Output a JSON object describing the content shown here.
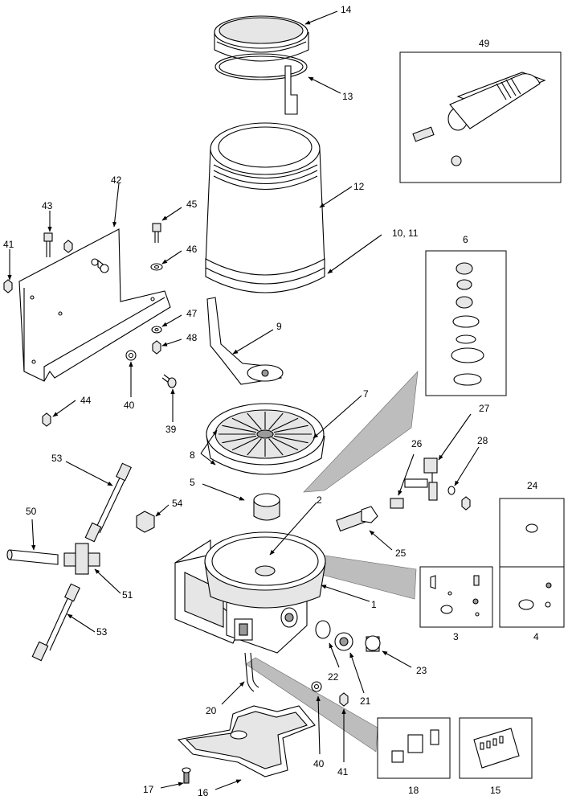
{
  "callouts": {
    "c1": "1",
    "c2": "2",
    "c3": "3",
    "c4": "4",
    "c5": "5",
    "c6": "6",
    "c7": "7",
    "c8": "8",
    "c9": "9",
    "c10": "10, 11",
    "c12": "12",
    "c13": "13",
    "c14": "14",
    "c15": "15",
    "c16": "16",
    "c17": "17",
    "c18": "18",
    "c20": "20",
    "c21": "21",
    "c22": "22",
    "c23": "23",
    "c24": "24",
    "c25": "25",
    "c26": "26",
    "c27": "27",
    "c28": "28",
    "c39": "39",
    "c40a": "40",
    "c40b": "40",
    "c41a": "41",
    "c41b": "41",
    "c42": "42",
    "c43": "43",
    "c44": "44",
    "c45": "45",
    "c46": "46",
    "c47": "47",
    "c48": "48",
    "c49": "49",
    "c50": "50",
    "c51": "51",
    "c53a": "53",
    "c53b": "53",
    "c54": "54"
  }
}
